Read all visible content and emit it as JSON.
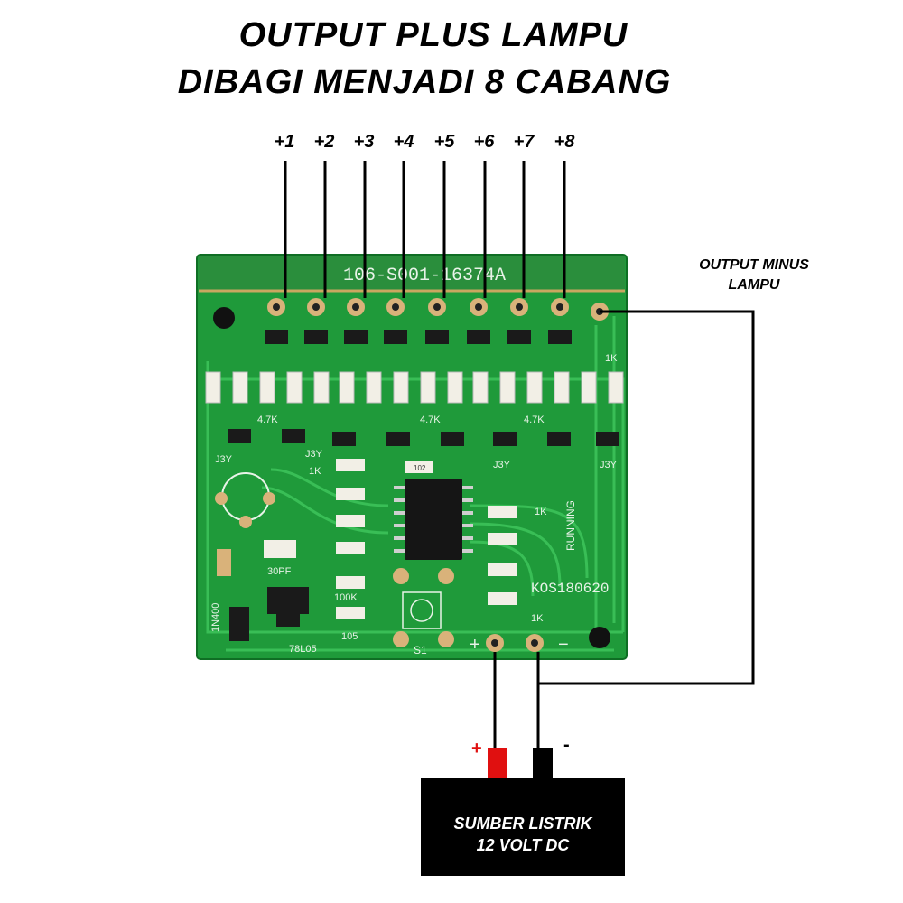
{
  "title": {
    "line1": "OUTPUT PLUS LAMPU",
    "line2": "DIBAGI MENJADI 8 CABANG"
  },
  "outputs": [
    "+1",
    "+2",
    "+3",
    "+4",
    "+5",
    "+6",
    "+7",
    "+8"
  ],
  "minus_output": {
    "line1": "OUTPUT MINUS",
    "line2": "LAMPU"
  },
  "board": {
    "part_number": "106-S001-16374A",
    "code": "KOS180620",
    "running_label": "RUNNING",
    "switch_label": "S1",
    "regulator_label": "78L05",
    "plus_pad_label": "+",
    "minus_pad_label": "−",
    "diode_label": "1N400",
    "cap_label": "30PF",
    "res_105": "105",
    "res_100k": "100K",
    "res_1k": "1K",
    "res_4_7k": "4.7K",
    "transistor_label": "J3Y",
    "smd_code": "102"
  },
  "battery": {
    "plus_symbol": "+",
    "minus_symbol": "-",
    "line1": "SUMBER LISTRIK",
    "line2": "12 VOLT DC"
  },
  "colors": {
    "pcb": "#1f9a3a",
    "pcb_dark": "#147a2b",
    "trace": "#3cc35a",
    "pad": "#d9b27a",
    "positive": "#e01010",
    "negative": "#000000"
  }
}
